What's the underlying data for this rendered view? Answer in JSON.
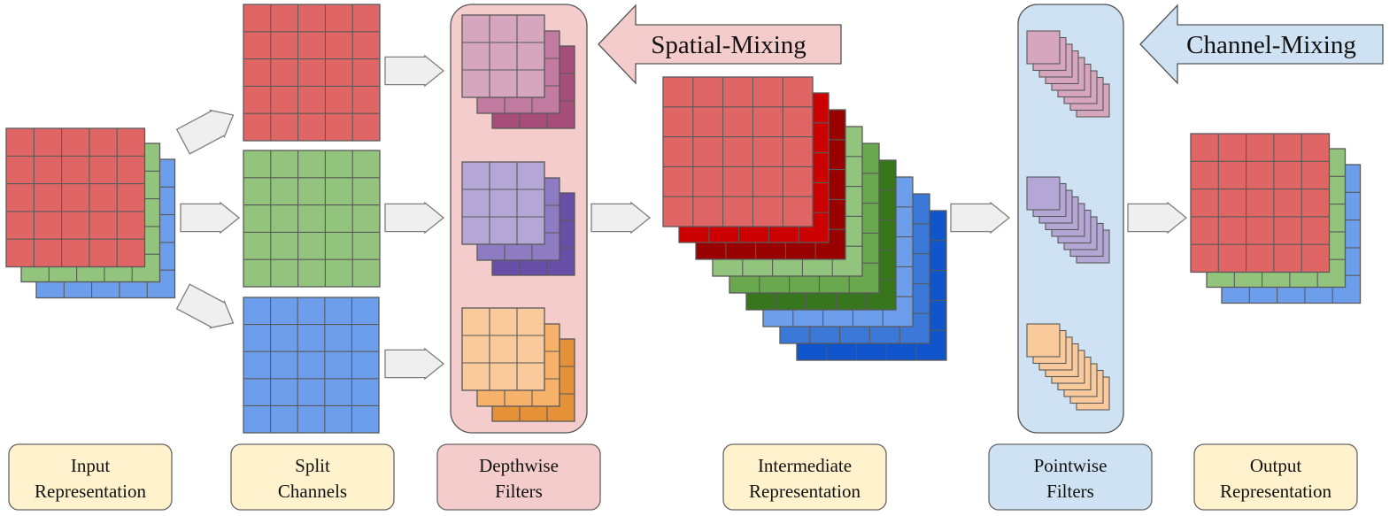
{
  "banners": {
    "spatial": "Spatial-Mixing",
    "channel": "Channel-Mixing"
  },
  "captions": {
    "input": [
      "Input",
      "Representation"
    ],
    "split": [
      "Split",
      "Channels"
    ],
    "depthwise": [
      "Depthwise",
      "Filters"
    ],
    "intermediate": [
      "Intermediate",
      "Representation"
    ],
    "pointwise": [
      "Pointwise",
      "Filters"
    ],
    "output": [
      "Output",
      "Representation"
    ]
  },
  "colors": {
    "red": "#e06666",
    "green": "#93c47d",
    "blue": "#6d9eeb",
    "grid_line": "#595959",
    "arrow_fill": "#efefef",
    "arrow_stroke": "#7f7f7f",
    "caption_yellow": "#fff2cc",
    "caption_pink": "#f4cccc",
    "caption_blue": "#cfe2f3",
    "depthwise_panel": "#f4cccc",
    "pointwise_panel": "#cfe2f3",
    "filter_pink": [
      "#d5a6bd",
      "#c27ba0",
      "#a64d79"
    ],
    "filter_purple": [
      "#b4a7d6",
      "#8e7cc3",
      "#674ea7"
    ],
    "filter_orange": [
      "#f9cb9c",
      "#f6b26b",
      "#e69138"
    ],
    "inter_reds": [
      "#e06666",
      "#cc0000",
      "#990000"
    ],
    "inter_greens": [
      "#93c47d",
      "#6aa84f",
      "#38761d"
    ],
    "inter_blues": [
      "#6d9eeb",
      "#3c78d8",
      "#1155cc"
    ]
  }
}
